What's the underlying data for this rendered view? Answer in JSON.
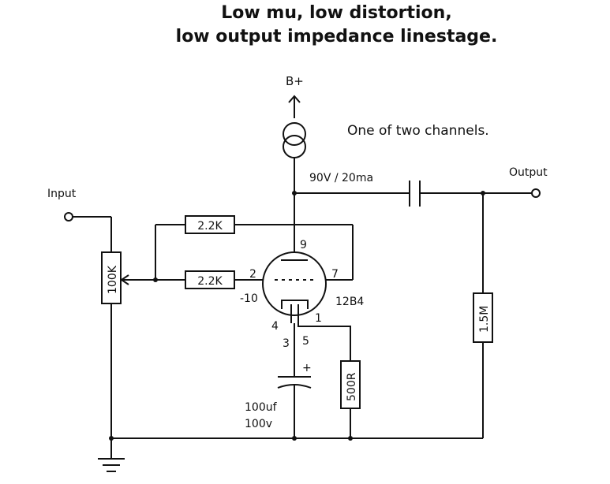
{
  "title": {
    "line1": "Low mu, low distortion,",
    "line2": "low output impedance linestage."
  },
  "labels": {
    "supply": "B+",
    "channel_note": "One of two channels.",
    "operating_point": "90V / 20ma",
    "input": "Input",
    "output": "Output",
    "tube": "12B4"
  },
  "components": {
    "pot": "100K",
    "r_feedback": "2.2K",
    "r_grid": "2.2K",
    "r_cathode": "500R",
    "r_output": "1.5M",
    "cap_value": "100uf",
    "cap_voltage": "100v",
    "cap_polarity": "+"
  },
  "pins": {
    "p9": "9",
    "p2": "2",
    "p7": "7",
    "p10": "-10",
    "p4": "4",
    "p1": "1",
    "p3": "3",
    "p5": "5"
  }
}
